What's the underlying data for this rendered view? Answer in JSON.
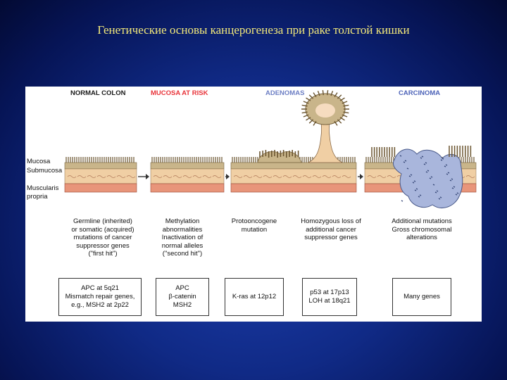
{
  "slide": {
    "title": "Генетические основы канцерогенеза при раке толстой кишки",
    "background": "#102a86",
    "title_color": "#f3e97a"
  },
  "figure": {
    "layer_labels": [
      "Mucosa",
      "Submucosa",
      "Muscularis",
      "propria"
    ],
    "stages": [
      {
        "name": "NORMAL COLON",
        "color": "#1a1a1a",
        "description": "Germline (inherited)\nor somatic (acquired)\nmutations of cancer\nsuppressor genes\n(\"first hit\")",
        "genes": [
          "APC at 5q21",
          "Mismatch repair genes,",
          "e.g., MSH2 at 2p22"
        ]
      },
      {
        "name": "MUCOSA AT RISK",
        "color": "#e8343a",
        "description": "Methylation\nabnormalities\nInactivation of\nnormal alleles\n(\"second hit\")",
        "genes": [
          "APC",
          "β-catenin",
          "MSH2"
        ]
      },
      {
        "name": "ADENOMAS",
        "color": "#6d7fc4",
        "description": "Protooncogene\nmutation",
        "genes": [
          "K-ras at 12p12"
        ]
      },
      {
        "name": "",
        "color": "#6d7fc4",
        "description": "Homozygous loss of\nadditional cancer\nsuppressor genes",
        "genes": [
          "p53 at 17p13",
          "LOH at 18q21"
        ]
      },
      {
        "name": "CARCINOMA",
        "color": "#4d63b8",
        "description": "Additional mutations\nGross chromosomal\nalterations",
        "genes": [
          "Many genes"
        ]
      }
    ],
    "colors": {
      "mucosa": "#c9b58a",
      "submucosa": "#f0cfa4",
      "muscularis": "#e8957a",
      "tumor": "#a9b6dc",
      "arrow": "#333333"
    }
  }
}
